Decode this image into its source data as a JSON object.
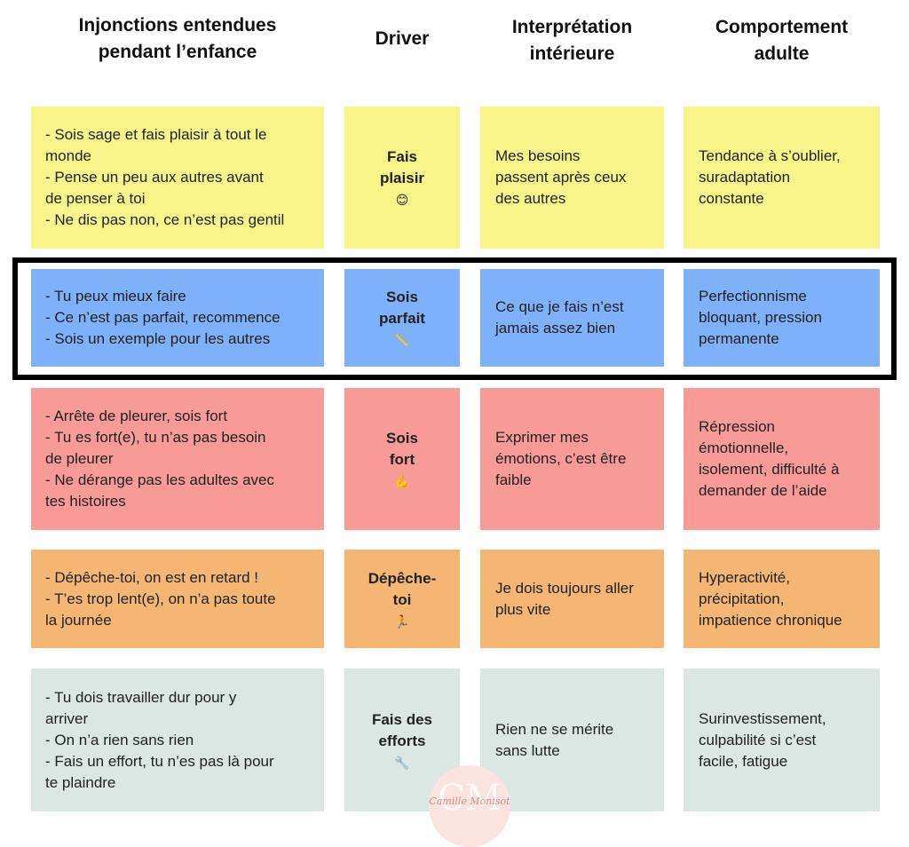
{
  "headers": {
    "col1": [
      "Injonctions entendues",
      "pendant l’enfance"
    ],
    "col2": [
      "Driver"
    ],
    "col3": [
      "Interprétation",
      "intérieure"
    ],
    "col4": [
      "Comportement",
      "adulte"
    ]
  },
  "rows": [
    {
      "color": "#f7f58a",
      "injonctions": [
        "- Sois sage et fais plaisir à tout le",
        "monde",
        "- Pense un peu aux autres avant",
        "de penser à toi",
        "- Ne dis pas non, ce n’est pas gentil"
      ],
      "driver": [
        "Fais",
        "plaisir"
      ],
      "icon": "smiling-face-icon",
      "icon_glyph": "😊",
      "interpretation": [
        "Mes besoins",
        "passent après ceux",
        "des autres"
      ],
      "comportement": [
        "Tendance à s’oublier,",
        "suradaptation",
        "constante"
      ]
    },
    {
      "color": "#7fb0fa",
      "highlighted": true,
      "injonctions": [
        "- Tu peux mieux faire",
        "- Ce n’est pas parfait, recommence",
        "- Sois un exemple pour les autres"
      ],
      "driver": [
        "Sois",
        "parfait"
      ],
      "icon": "ruler-icon",
      "icon_glyph": "📏",
      "interpretation": [
        "Ce que je fais n’est",
        "jamais assez bien"
      ],
      "comportement": [
        "Perfectionnisme",
        "bloquant, pression",
        "permanente"
      ]
    },
    {
      "color": "#f89a96",
      "injonctions": [
        "- Arrête de pleurer, sois fort",
        "- Tu es fort(e), tu n’as pas besoin",
        "de pleurer",
        "- Ne dérange pas les adultes avec",
        "tes histoires"
      ],
      "driver": [
        "Sois",
        "fort"
      ],
      "icon": "flexed-biceps-icon",
      "icon_glyph": "💪",
      "interpretation": [
        "Exprimer mes",
        "émotions, c’est être",
        "faible"
      ],
      "comportement": [
        "Répression",
        "émotionnelle,",
        "isolement, difficulté à",
        "demander de l’aide"
      ]
    },
    {
      "color": "#f4b673",
      "injonctions": [
        "- Dépêche-toi, on est en retard !",
        "- T’es trop lent(e), on n’a pas toute",
        "la journée"
      ],
      "driver": [
        "Dépêche-",
        "toi"
      ],
      "icon": "running-person-icon",
      "icon_glyph": "🏃",
      "interpretation": [
        "Je dois toujours aller",
        "plus vite"
      ],
      "comportement": [
        "Hyperactivité,",
        "précipitation,",
        "impatience chronique"
      ]
    },
    {
      "color": "#dce6e3",
      "injonctions": [
        "- Tu dois travailler dur pour y",
        "arriver",
        "- On n’a rien sans rien",
        "- Fais un effort, tu n’es pas là pour",
        "te plaindre"
      ],
      "driver": [
        "Fais des",
        "efforts"
      ],
      "icon": "wrench-icon",
      "icon_glyph": "🔧",
      "interpretation": [
        "Rien ne se mérite",
        "sans lutte"
      ],
      "comportement": [
        "Surinvestissement,",
        "culpabilité si c’est",
        "facile, fatigue"
      ]
    }
  ],
  "logo": {
    "monogram": "CM",
    "signature": "Camille Monisot"
  }
}
